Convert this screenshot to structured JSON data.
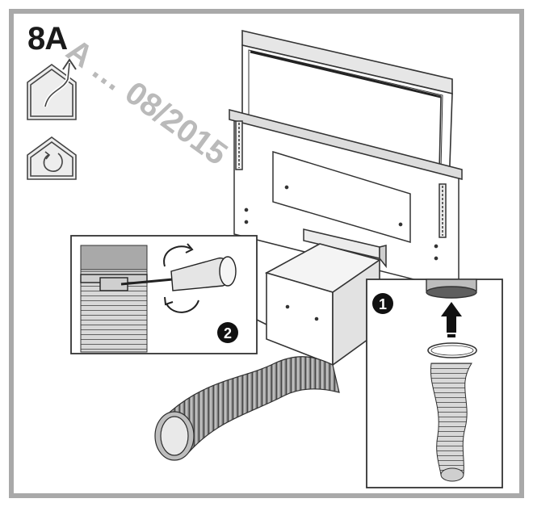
{
  "figure": {
    "step_label": "8A",
    "watermark": "A … 08/2015",
    "callouts": {
      "step_1": "1",
      "step_2": "2"
    },
    "icons": [
      "house-extraction-icon",
      "house-recirculation-icon",
      "rotate-arrows-icon",
      "up-arrow-icon"
    ],
    "colors": {
      "frame": "#a9a9a9",
      "line": "#333333",
      "hose_dark": "#6a6a6a",
      "hose_light": "#d4d4d4",
      "callout": "#111111"
    }
  }
}
